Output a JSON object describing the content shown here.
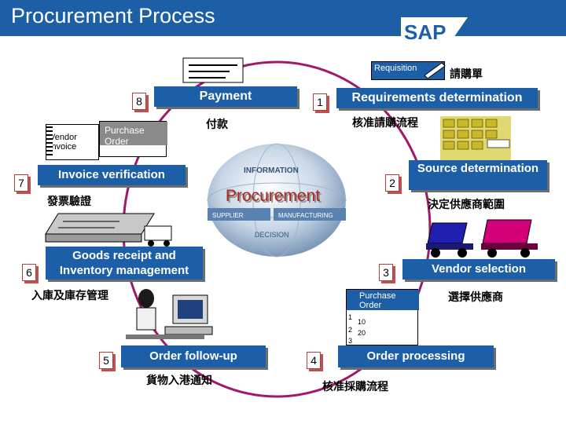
{
  "header": {
    "title": "Procurement Process",
    "logo": "SAP"
  },
  "center": {
    "label": "Procurement",
    "globe_words": [
      "INFORMATION",
      "SUPPLIER",
      "MANUFACTURING",
      "DECISION"
    ]
  },
  "requisition_doc": {
    "label": "Requisition",
    "cn": "請購單"
  },
  "purchase_order_top": {
    "label": "Purchase Order"
  },
  "purchase_order_bottom": {
    "label": "Purchase Order",
    "lines": [
      "1",
      "10",
      "2",
      "20",
      "3"
    ]
  },
  "vendor_invoice": {
    "label": "Vendor invoice"
  },
  "steps": [
    {
      "num": "1",
      "label": "Requirements determination",
      "cn": "核准請購流程"
    },
    {
      "num": "2",
      "label": "Source determination",
      "cn": "決定供應商範圍"
    },
    {
      "num": "3",
      "label": "Vendor selection",
      "cn": "選擇供應商"
    },
    {
      "num": "4",
      "label": "Order processing",
      "cn": "核准採購流程"
    },
    {
      "num": "5",
      "label": "Order follow-up",
      "cn": "貨物入港通知"
    },
    {
      "num": "6",
      "label": "Goods receipt and Inventory management",
      "cn": "入庫及庫存管理"
    },
    {
      "num": "7",
      "label": "Invoice verification",
      "cn": "發票驗證"
    },
    {
      "num": "8",
      "label": "Payment",
      "cn": "付款"
    }
  ],
  "icons": [
    "requisition-document-icon",
    "grid-blocks-icon",
    "trucks-icon",
    "purchase-order-document-icon",
    "computer-user-icon",
    "warehouse-truck-icon",
    "vendor-invoice-document-icon",
    "globe-icon"
  ],
  "colors": {
    "header": "#1d5fa6",
    "step_box": "#1d5fa6",
    "cycle": "#a0186a"
  }
}
